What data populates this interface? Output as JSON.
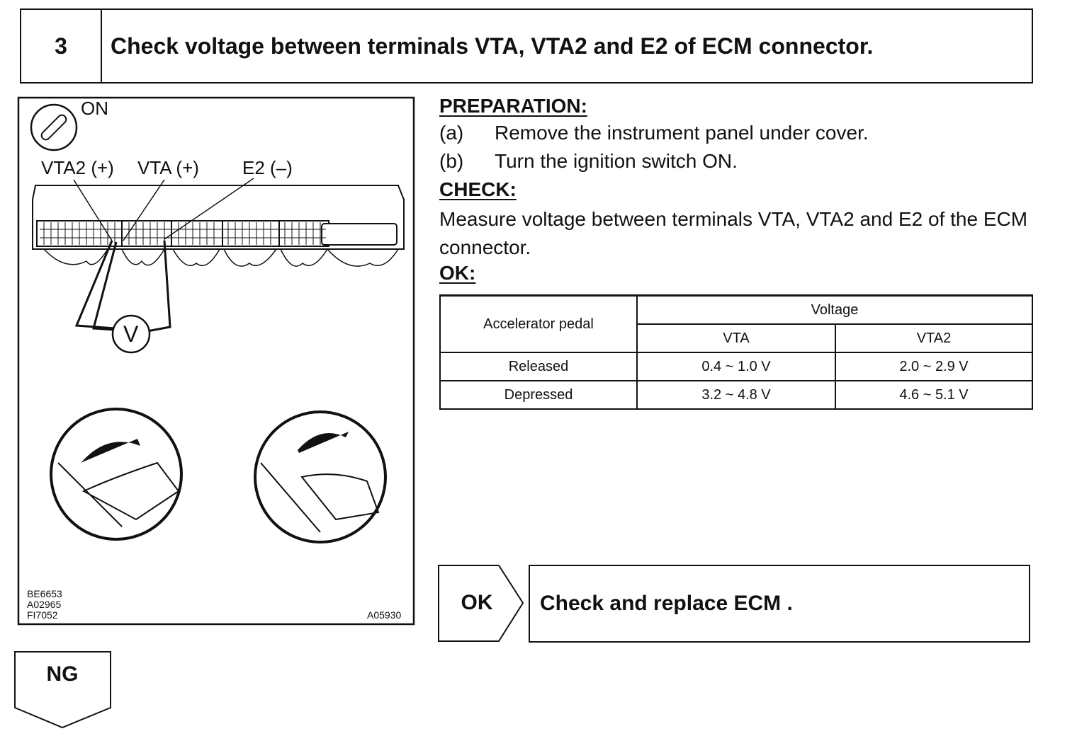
{
  "step": {
    "number": "3",
    "title": "Check voltage between terminals VTA, VTA2 and E2 of ECM connector."
  },
  "figure": {
    "ignition_label": "ON",
    "terminal_vta2": "VTA2 (+)",
    "terminal_vta": "VTA (+)",
    "terminal_e2": "E2 (–)",
    "meter_symbol": "V",
    "codes": [
      "BE6653",
      "A02965",
      "FI7052"
    ],
    "figure_id": "A05930"
  },
  "preparation": {
    "heading": "PREPARATION:",
    "items": [
      {
        "tag": "(a)",
        "text": "Remove the instrument panel under cover."
      },
      {
        "tag": "(b)",
        "text": "Turn the ignition switch ON."
      }
    ]
  },
  "check": {
    "heading": "CHECK:",
    "text": "Measure voltage between terminals VTA, VTA2 and E2 of the ECM connector."
  },
  "ok_spec": {
    "heading": "OK:",
    "table": {
      "row_header": "Accelerator pedal",
      "group_header": "Voltage",
      "col_headers": [
        "VTA",
        "VTA2"
      ],
      "rows": [
        {
          "label": "Released",
          "vta": "0.4 ~ 1.0 V",
          "vta2": "2.0 ~ 2.9 V"
        },
        {
          "label": "Depressed",
          "vta": "3.2 ~ 4.8 V",
          "vta2": "4.6 ~ 5.1 V"
        }
      ]
    }
  },
  "result_ok": {
    "label": "OK",
    "action": "Check and replace ECM ."
  },
  "result_ng": {
    "label": "NG"
  }
}
